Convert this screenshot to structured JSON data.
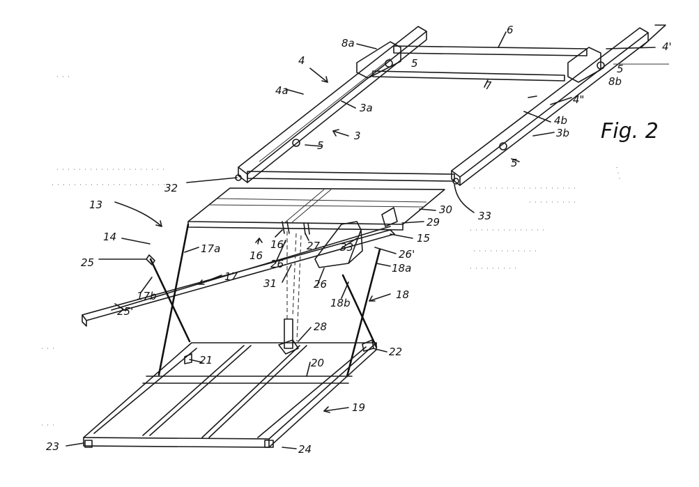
{
  "figure_label": "Fig. 2",
  "labels": {
    "l4": "4",
    "l4a": "4a",
    "l8a": "8a",
    "l6": "6",
    "l4p": "4'",
    "l5a": "5",
    "l5b": "5",
    "l5c": "5",
    "l5d": "5",
    "l8b": "8b",
    "l7": "7",
    "l3a": "3a",
    "l4pp": "4\"",
    "l4b": "4b",
    "l3": "3",
    "l3b": "3b",
    "l32": "32",
    "l33a": "33",
    "l13": "13",
    "l30": "30",
    "l29": "29",
    "l15": "15",
    "l33b": "33",
    "l26p": "26'",
    "l14": "14",
    "l17a": "17a",
    "l16p": "16'",
    "l27": "27",
    "l16": "16",
    "l26a": "26",
    "l25": "25",
    "l17b": "17b",
    "l17": "17",
    "l31": "31",
    "l26b": "26",
    "l18a": "18a",
    "l18b": "18b",
    "l18": "18",
    "l25p": "25'",
    "l28": "28",
    "l22": "22",
    "l21": "21",
    "l20": "20",
    "l19": "19",
    "l23": "23",
    "l24": "24"
  }
}
